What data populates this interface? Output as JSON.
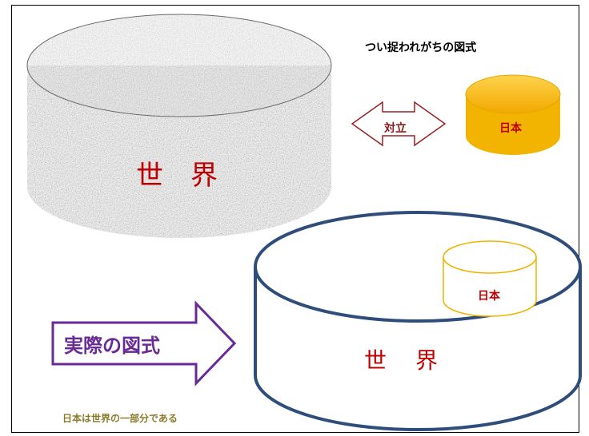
{
  "caption": "つい捉われがちの図式",
  "top_diagram": {
    "world_label": "世界",
    "japan_label": "日本",
    "conflict_label": "対立"
  },
  "bottom_diagram": {
    "world_label": "世界",
    "japan_label": "日本",
    "arrow_label": "実際の図式"
  },
  "note": "日本は世界の一部分である",
  "colors": {
    "world_top_fill": "#8c8c8c",
    "japan_top_fill": "#f5b800",
    "conflict_arrow": "#9b2020",
    "world_bottom_stroke": "#2e4d7b",
    "japan_inner_stroke": "#f0b400",
    "actual_arrow": "#6a2a95",
    "label_red": "#c00000"
  }
}
